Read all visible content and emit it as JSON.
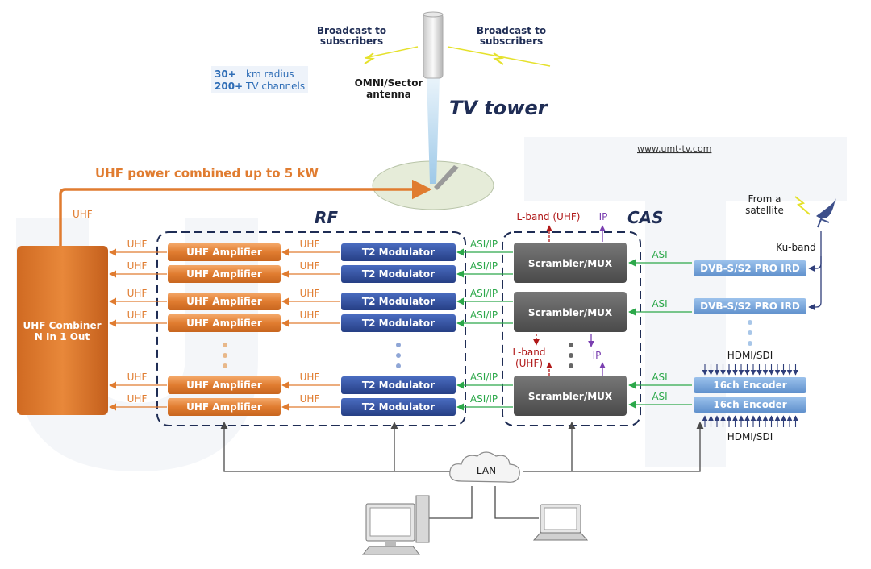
{
  "header": {
    "broadcast_left": [
      "Broadcast to",
      "subscribers"
    ],
    "broadcast_right": [
      "Broadcast to",
      "subscribers"
    ],
    "antenna_label": [
      "OMNI/Sector",
      "antenna"
    ],
    "tower_title": "TV tower",
    "website": "www.umt-tv.com",
    "stats": [
      {
        "value": "30+",
        "label": "km radius"
      },
      {
        "value": "200+",
        "label": "TV channels"
      }
    ]
  },
  "power_label": "UHF power combined up to 5 kW",
  "combiner": {
    "line1": "UHF Combiner",
    "line2": "N In 1 Out",
    "out_label": "UHF"
  },
  "rf": {
    "title": "RF",
    "amplifier_label": "UHF Amplifier",
    "modulator_label": "T2 Modulator",
    "uhf_label": "UHF",
    "asi_ip_label": "ASI/IP"
  },
  "cas": {
    "title": "CAS",
    "scrambler_label": "Scrambler/MUX",
    "lband_top": "L-band (UHF)",
    "lband_mid": [
      "L-band",
      "(UHF)"
    ],
    "ip_label": "IP"
  },
  "sources": {
    "satellite": [
      "From a",
      "satellite"
    ],
    "ku_band": "Ku-band",
    "ird_label": "DVB-S/S2 PRO IRD",
    "asi_label": "ASI",
    "hdmi_sdi": "HDMI/SDI",
    "encoder_label": "16ch Encoder"
  },
  "network": {
    "lan_label": "LAN"
  },
  "colors": {
    "orange": "#e07c30",
    "navy": "#2f4f9a",
    "grey_box": "#555555",
    "light_blue": "#6f9fd6",
    "green": "#2ca84a",
    "dark_red": "#b01818",
    "purple": "#7a3fb0",
    "dark_navy": "#1f2d55"
  }
}
